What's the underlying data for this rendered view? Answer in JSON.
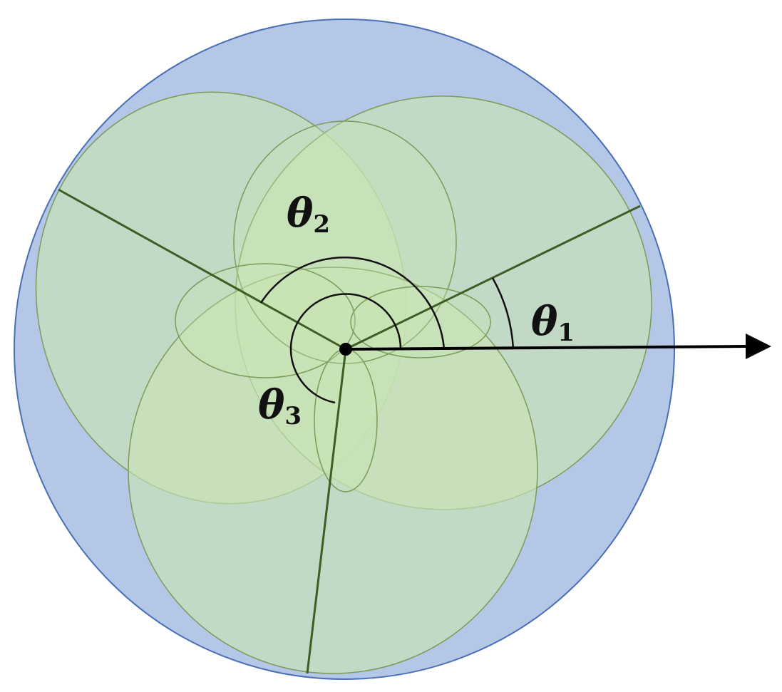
{
  "colors": {
    "background": "#ffffff",
    "outer_disk_fill": "#b4c7e6",
    "outer_disk_stroke": "#4a6fb5",
    "lobe_fill": "#c9e4b5",
    "lobe_stroke": "#7c9a58",
    "sector_line": "#3e5c23",
    "angle_arc": "#111111",
    "arrow": "#000000"
  },
  "labels": {
    "theta1": {
      "symbol": "θ",
      "subscript": "1"
    },
    "theta2": {
      "symbol": "θ",
      "subscript": "2"
    },
    "theta3": {
      "symbol": "θ",
      "subscript": "3"
    }
  }
}
